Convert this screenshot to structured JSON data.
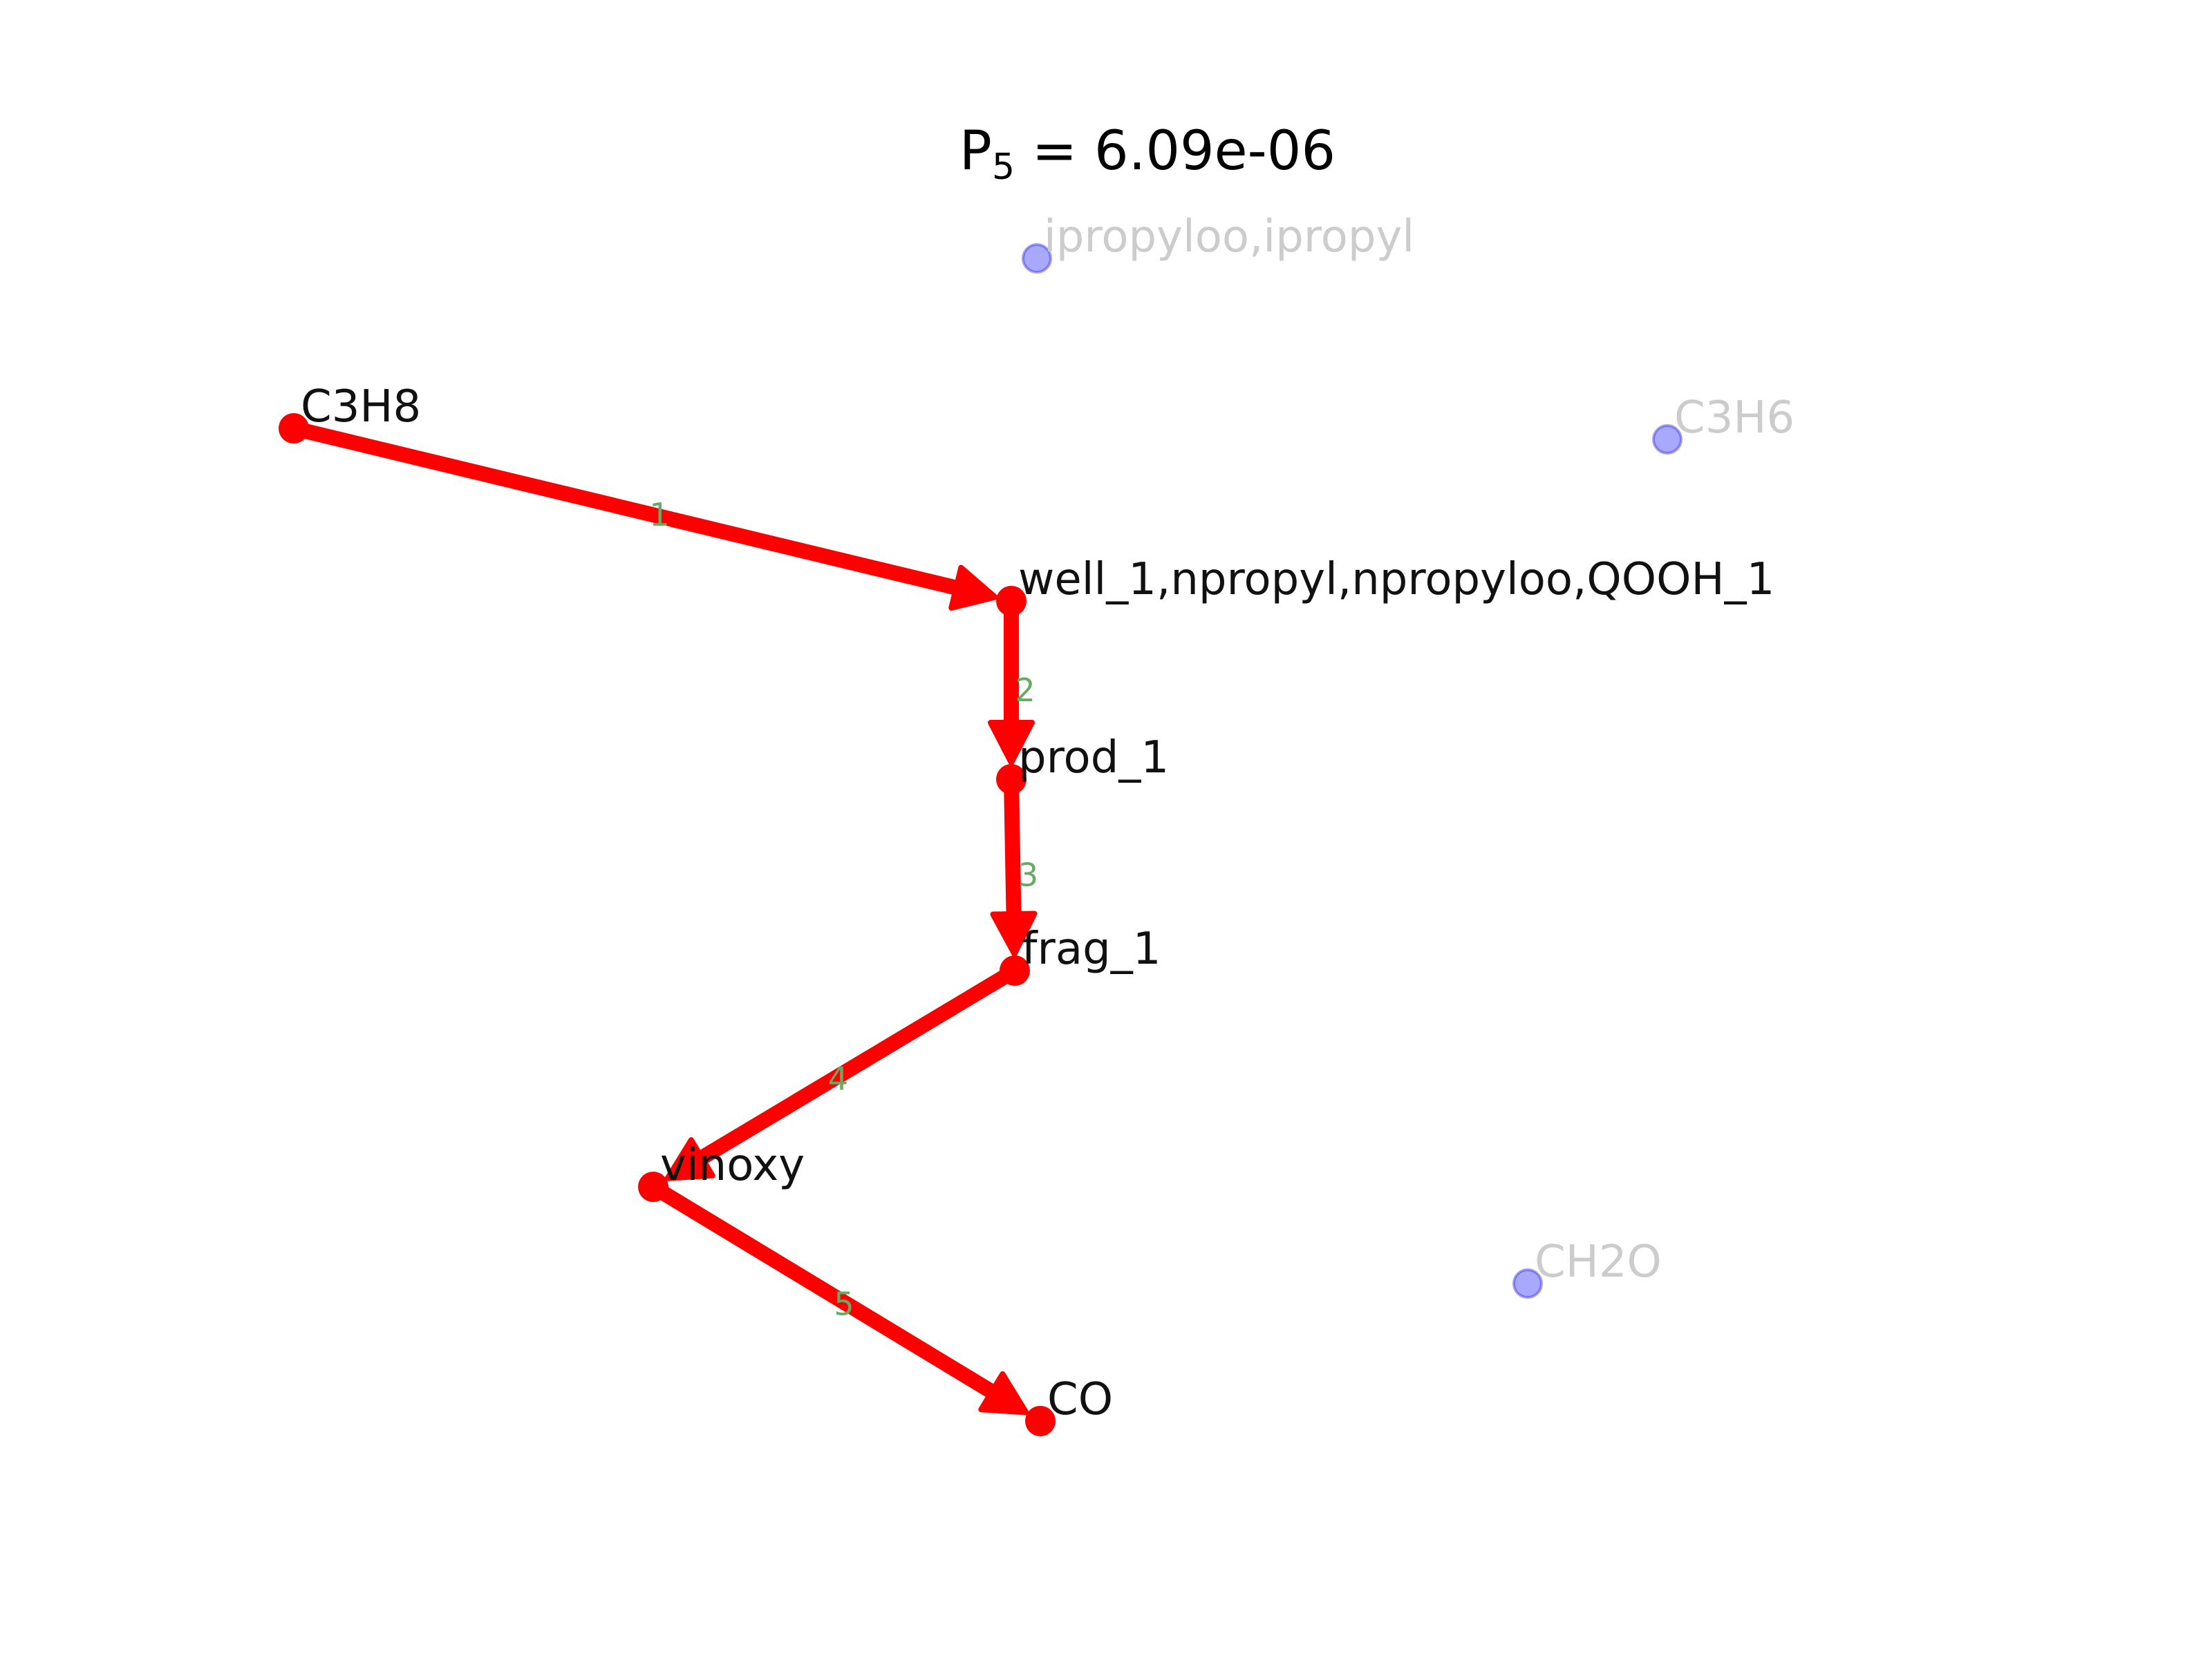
{
  "title": {
    "prefix": "P",
    "subscript": "5",
    "suffix": " = 6.09e-06"
  },
  "colors": {
    "path_color": "#ff0000",
    "path_label": "#111111",
    "inactive_fill": "#9999ff",
    "inactive_stroke": "#3333dd",
    "inactive_label": "#cccccc",
    "step_label": "#66aa66"
  },
  "nodes": [
    {
      "id": "n1",
      "label": "C3H8",
      "on_path": true
    },
    {
      "id": "n2",
      "label": "well_1,npropyl,npropyloo,QOOH_1",
      "on_path": true
    },
    {
      "id": "n3",
      "label": "prod_1",
      "on_path": true
    },
    {
      "id": "n4",
      "label": "frag_1",
      "on_path": true
    },
    {
      "id": "n5",
      "label": "vinoxy",
      "on_path": true
    },
    {
      "id": "n6",
      "label": "CO",
      "on_path": true
    },
    {
      "id": "n7",
      "label": "ipropyloo,ipropyl",
      "on_path": false
    },
    {
      "id": "n8",
      "label": "C3H6",
      "on_path": false
    },
    {
      "id": "n9",
      "label": "CH2O",
      "on_path": false
    }
  ],
  "edges": [
    {
      "step": "1",
      "from": "n1",
      "to": "n2"
    },
    {
      "step": "2",
      "from": "n2",
      "to": "n3"
    },
    {
      "step": "3",
      "from": "n3",
      "to": "n4"
    },
    {
      "step": "4",
      "from": "n4",
      "to": "n5"
    },
    {
      "step": "5",
      "from": "n5",
      "to": "n6"
    }
  ]
}
